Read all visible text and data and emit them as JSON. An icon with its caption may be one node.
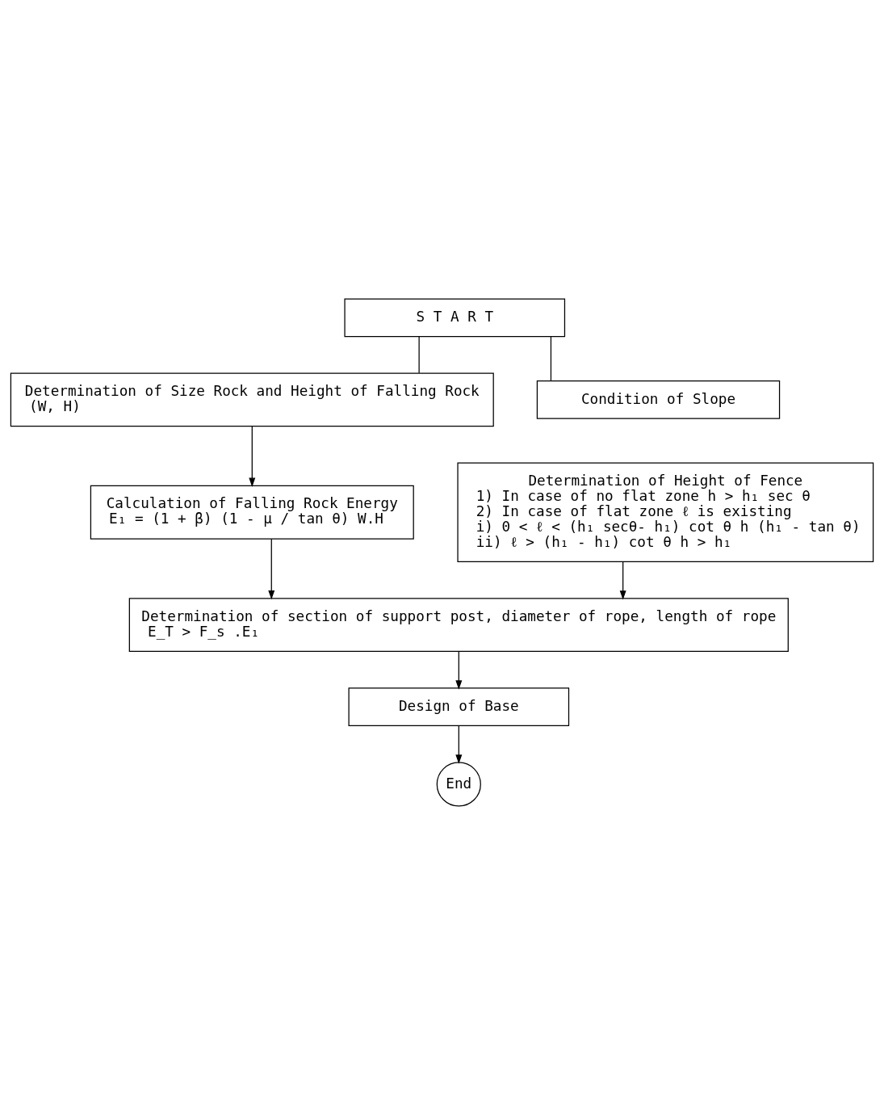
{
  "diagram": {
    "nodes": [
      {
        "text": [
          "S T A R T"
        ]
      },
      {
        "text": [
          "Determination of Size Rock and Height of Falling Rock",
          "(W, H)"
        ]
      },
      {
        "text": [
          "Condition of Slope"
        ]
      },
      {
        "text": [
          "Calculation of Falling Rock Energy",
          "E₁ = (1 + β) (1 - μ / tan θ) W.H"
        ]
      },
      {
        "text": [
          "Determination of Height of Fence",
          "1) In case of no flat zone h > h₁ sec θ",
          "2) In case of flat zone ℓ is existing",
          "i) 0 < ℓ < (h₁ secθ- h₁) cot θ h (h₁ - tan θ)",
          "ii) ℓ > (h₁ - h₁) cot θ h > h₁"
        ]
      },
      {
        "text": [
          "Determination of section of support post, diameter of rope, length of rope",
          "E_T > F_s .E₁"
        ]
      },
      {
        "text": [
          "Design of Base"
        ]
      },
      {
        "text": [
          "End"
        ]
      }
    ],
    "edges": [
      {
        "from": 0,
        "to": 1,
        "arrow": "none"
      },
      {
        "from": 0,
        "to": 2,
        "arrow": "none"
      },
      {
        "from": 1,
        "to": 3,
        "arrow": "to"
      },
      {
        "from": 3,
        "to": 5,
        "arrow": "to"
      },
      {
        "from": 4,
        "to": 5,
        "arrow": "to"
      },
      {
        "from": 5,
        "to": 6,
        "arrow": "to"
      },
      {
        "from": 6,
        "to": 7,
        "arrow": "to"
      }
    ]
  }
}
